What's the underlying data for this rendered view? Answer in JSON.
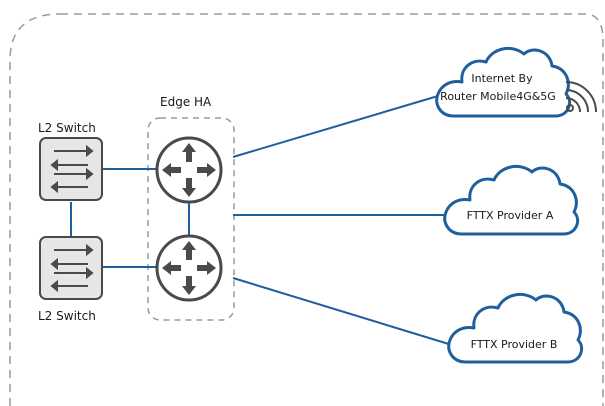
{
  "diagram": {
    "edge_group_label": "Edge HA",
    "switch_top_label": "L2 Switch",
    "switch_bottom_label": "L2 Switch",
    "cloud_internet_line1": "Internet By",
    "cloud_internet_line2": "Router Mobile4G&5G",
    "cloud_fttx_a_label": "FTTX Provider A",
    "cloud_fttx_b_label": "FTTX Provider B"
  },
  "colors": {
    "link": "#1f5f9e",
    "cloud_stroke": "#1f5f9e",
    "device_fill": "#4a4a4a",
    "switch_fill": "#e6e6e6",
    "dashed_border": "#9a9a9a"
  },
  "icons": [
    "router-icon",
    "switch-icon",
    "cloud-icon",
    "wifi-signal-icon"
  ]
}
